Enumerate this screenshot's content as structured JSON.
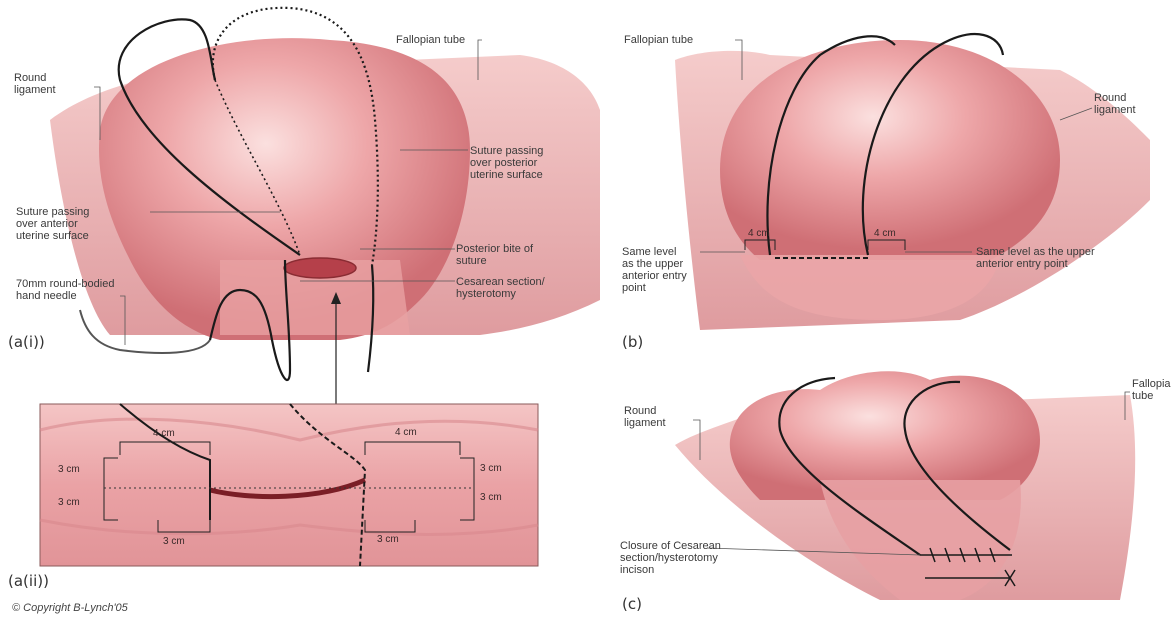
{
  "panels": {
    "a_i": "(a(i))",
    "a_ii": "(a(ii))",
    "b": "(b)",
    "c": "(c)"
  },
  "labels_a_i": {
    "fallopian_tube": "Fallopian tube",
    "round_ligament": "Round\nligament",
    "suture_posterior": "Suture passing\nover posterior\nuterine surface",
    "suture_anterior": "Suture passing\nover anterior\nuterine surface",
    "posterior_bite": "Posterior bite of\nsuture",
    "needle": "70mm round-bodied\nhand needle",
    "cesarean_section": "Cesarean section/\nhysterotomy"
  },
  "labels_a_ii": {
    "dims": [
      "4 cm",
      "4 cm",
      "3 cm",
      "3 cm",
      "3 cm",
      "3 cm",
      "3 cm",
      "3 cm"
    ]
  },
  "labels_b": {
    "fallopian_tube": "Fallopian tube",
    "round_ligament": "Round\nligament",
    "same_level_left": "Same level\nas the upper\nanterior entry\npoint",
    "same_level_right": "Same level as the upper\nanterior entry point",
    "dim_left": "4 cm",
    "dim_right": "4 cm"
  },
  "labels_c": {
    "round_ligament": "Round\nligament",
    "fallopian_tube": "Fallopian\ntube",
    "closure": "Closure of Cesarean\nsection/hysterotomy\nincison"
  },
  "copyright": "© Copyright B-Lynch'05",
  "colors": {
    "tissue": "#e8979b",
    "tissue_light": "#f6c9c9",
    "tissue_dark": "#c8676d",
    "suture": "#1a1a1a",
    "label_text": "#3a3a3a"
  }
}
